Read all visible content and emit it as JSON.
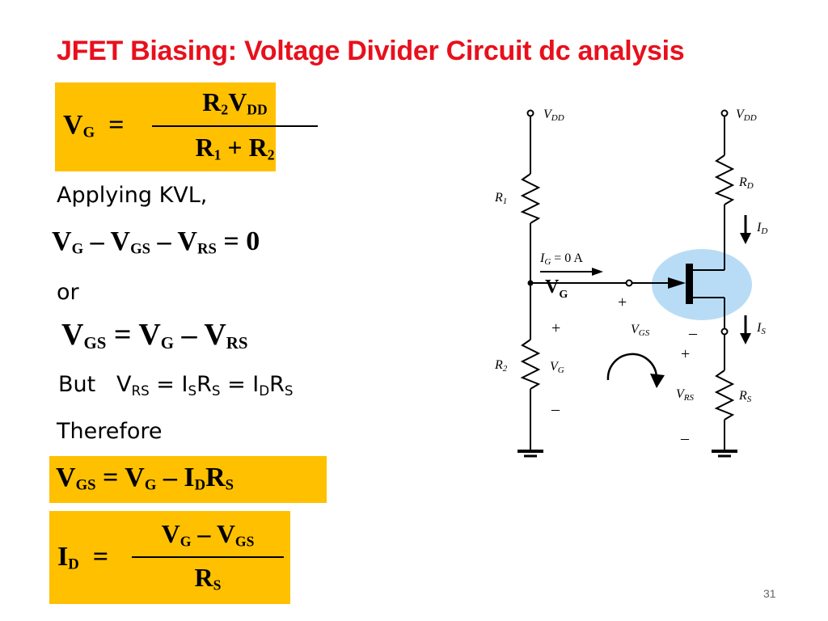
{
  "slide": {
    "title": "JFET Biasing: Voltage Divider Circuit dc analysis",
    "page_number": "31",
    "highlight_color": "#ffc000",
    "title_color": "#e8101c"
  },
  "equations": {
    "vg_formula": {
      "lhs_var": "V",
      "lhs_sub": "G",
      "equals": "=",
      "num": "R",
      "num_sub1": "2",
      "num_var2": "V",
      "num_sub2": "DD",
      "den_a": "R",
      "den_a_sub": "1",
      "den_plus": "+",
      "den_b": "R",
      "den_b_sub": "2"
    },
    "kvl_label": "Applying KVL,",
    "kvl_eq": {
      "a": "V",
      "a_sub": "G",
      "m1": "–",
      "b": "V",
      "b_sub": "GS",
      "m2": "–",
      "c": "V",
      "c_sub": "RS",
      "eq": "= 0"
    },
    "or_label": "or",
    "vgs_eq": {
      "a": "V",
      "a_sub": "GS",
      "eq": "=",
      "b": "V",
      "b_sub": "G",
      "m": "–",
      "c": "V",
      "c_sub": "RS"
    },
    "but_label": "But",
    "but_eq": {
      "a": "V",
      "a_sub": "RS",
      "eq1": " = I",
      "b_sub": "S",
      "r1": "R",
      "r1_sub": "S",
      "eq2": " = I",
      "c_sub": "D",
      "r2": "R",
      "r2_sub": "S"
    },
    "therefore_label": "Therefore",
    "vgs_final": {
      "a": "V",
      "a_sub": "GS",
      "eq": "=",
      "b": "V",
      "b_sub": "G",
      "m": "–",
      "c": "I",
      "c_sub": "D",
      "d": "R",
      "d_sub": "S"
    },
    "id_formula": {
      "lhs": "I",
      "lhs_sub": "D",
      "eq": "=",
      "num_a": "V",
      "num_a_sub": "G",
      "num_m": "–",
      "num_b": "V",
      "num_b_sub": "GS",
      "den": "R",
      "den_sub": "S"
    }
  },
  "circuit": {
    "vdd_left": {
      "v": "V",
      "sub": "DD"
    },
    "vdd_right": {
      "v": "V",
      "sub": "DD"
    },
    "r1": {
      "v": "R",
      "sub": "1"
    },
    "r2": {
      "v": "R",
      "sub": "2"
    },
    "rd": {
      "v": "R",
      "sub": "D"
    },
    "rs": {
      "v": "R",
      "sub": "S"
    },
    "id": {
      "v": "I",
      "sub": "D"
    },
    "is": {
      "v": "I",
      "sub": "S"
    },
    "ig": {
      "v": "I",
      "sub": "G",
      "rest": " = 0 A"
    },
    "vg_node": {
      "v": "V",
      "sub": "G"
    },
    "vg_r2": {
      "v": "V",
      "sub": "G"
    },
    "vgs": {
      "v": "V",
      "sub": "GS"
    },
    "vrs": {
      "v": "V",
      "sub": "RS"
    },
    "plus": "+",
    "minus": "–",
    "jfet_highlight_color": "#b8dcf5"
  }
}
